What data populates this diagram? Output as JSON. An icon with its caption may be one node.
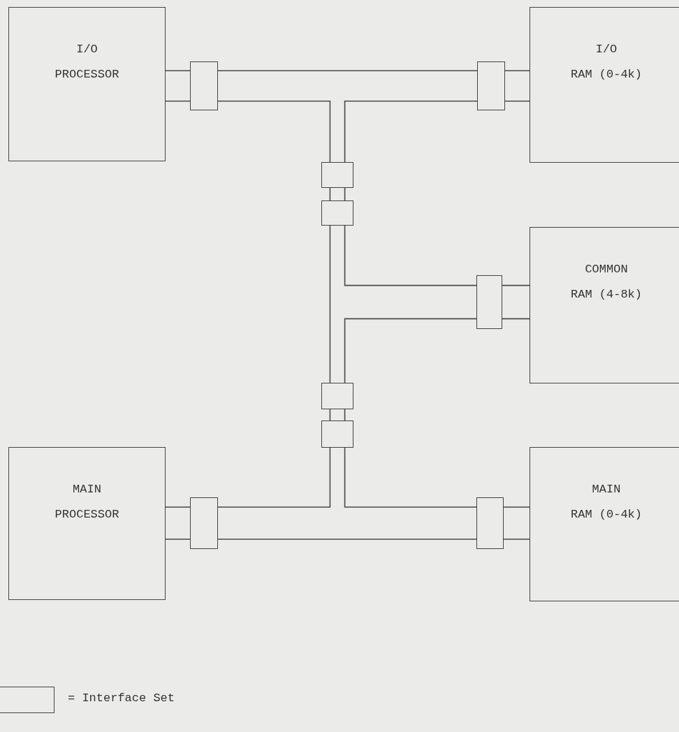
{
  "diagram": {
    "nodes": [
      {
        "text": [
          "I/O PROCESSOR"
        ]
      },
      {
        "text": [
          "I/O RAM (0-4k)"
        ]
      },
      {
        "text": [
          "COMMON RAM (4-8k)"
        ]
      },
      {
        "text": [
          "MAIN PROCESSOR"
        ]
      },
      {
        "text": [
          "MAIN RAM (0-4k)"
        ]
      },
      {
        "text": [],
        "shape": "box"
      },
      {
        "text": [],
        "shape": "box"
      },
      {
        "text": [],
        "shape": "box"
      },
      {
        "text": [],
        "shape": "box"
      },
      {
        "text": [],
        "shape": "box"
      },
      {
        "text": [],
        "shape": "box"
      },
      {
        "text": [],
        "shape": "box"
      },
      {
        "text": [],
        "shape": "box"
      },
      {
        "text": [],
        "shape": "box"
      }
    ],
    "edges": [
      {
        "from": 0,
        "to": 5,
        "arrow": "none"
      },
      {
        "from": 5,
        "to": 6,
        "arrow": "none"
      },
      {
        "from": 6,
        "to": 1,
        "arrow": "none"
      },
      {
        "from": 5,
        "to": 7,
        "arrow": "none"
      },
      {
        "from": 6,
        "to": 7,
        "arrow": "none"
      },
      {
        "from": 7,
        "to": 8,
        "arrow": "none"
      },
      {
        "from": 8,
        "to": 9,
        "arrow": "none"
      },
      {
        "from": 8,
        "to": 10,
        "arrow": "none"
      },
      {
        "from": 9,
        "to": 10,
        "arrow": "none"
      },
      {
        "from": 9,
        "to": 2,
        "arrow": "none"
      },
      {
        "from": 10,
        "to": 11,
        "arrow": "none"
      },
      {
        "from": 11,
        "to": 12,
        "arrow": "none"
      },
      {
        "from": 11,
        "to": 13,
        "arrow": "none"
      },
      {
        "from": 12,
        "to": 13,
        "arrow": "none"
      },
      {
        "from": 3,
        "to": 12,
        "arrow": "none"
      },
      {
        "from": 13,
        "to": 4,
        "arrow": "none"
      }
    ],
    "legend": [
      {
        "text": "= Interface Set"
      }
    ]
  }
}
